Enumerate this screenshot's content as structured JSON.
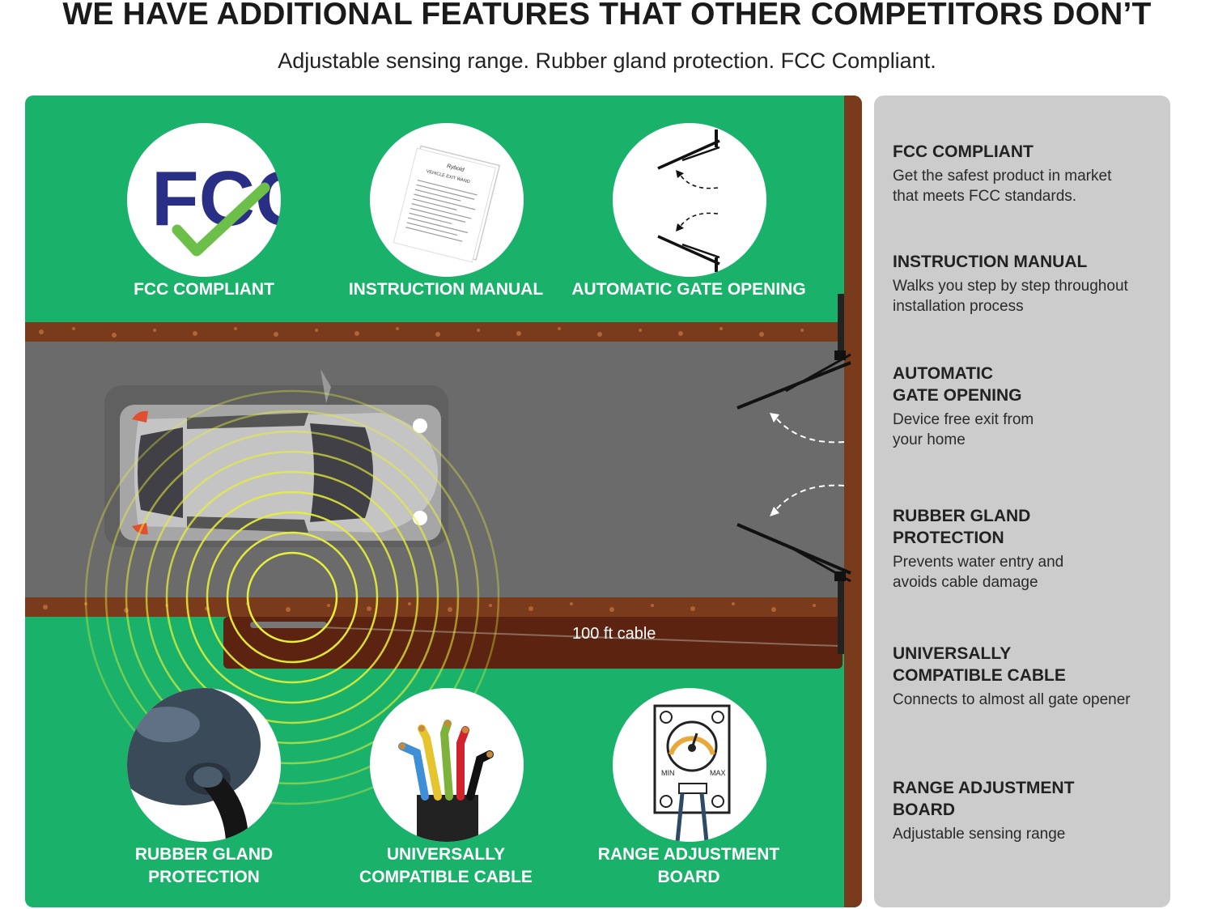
{
  "header": {
    "headline": "WE HAVE ADDITIONAL FEATURES THAT OTHER COMPETITORS DON’T",
    "subline": "Adjustable sensing range. Rubber gland protection. FCC Compliant."
  },
  "badges": {
    "fcc": "FCC COMPLIANT",
    "manual": "INSTRUCTION MANUAL",
    "gate": "AUTOMATIC GATE OPENING",
    "gland_1": "RUBBER GLAND",
    "gland_2": "PROTECTION",
    "cable_1": "UNIVERSALLY",
    "cable_2": "COMPATIBLE CABLE",
    "board_1": "RANGE ADJUSTMENT",
    "board_2": "BOARD"
  },
  "icons": {
    "fcc_logo_text": "FCC",
    "manual_brand": "Rybold",
    "manual_title": "VEHICLE EXIT WAND",
    "board_min": "MIN",
    "board_max": "MAX"
  },
  "scene": {
    "cable_label": "100 ft cable"
  },
  "colors": {
    "grass": "#1ab26a",
    "road": "#6b6b6b",
    "soil": "#7a3a1c",
    "ring": "#e7f03a",
    "panel": "#cccccc"
  },
  "panel": {
    "features": [
      {
        "title_1": "FCC COMPLIANT",
        "title_2": "",
        "desc_1": "Get the safest product in market",
        "desc_2": "that meets FCC standards."
      },
      {
        "title_1": "INSTRUCTION MANUAL",
        "title_2": "",
        "desc_1": "Walks you step by step throughout",
        "desc_2": "installation process"
      },
      {
        "title_1": "AUTOMATIC",
        "title_2": "GATE OPENING",
        "desc_1": "Device free exit from",
        "desc_2": "your home"
      },
      {
        "title_1": "RUBBER GLAND",
        "title_2": "PROTECTION",
        "desc_1": "Prevents water entry and",
        "desc_2": "avoids cable damage"
      },
      {
        "title_1": "UNIVERSALLY",
        "title_2": "COMPATIBLE CABLE",
        "desc_1": "Connects to almost all gate opener",
        "desc_2": ""
      },
      {
        "title_1": "RANGE ADJUSTMENT",
        "title_2": "BOARD",
        "desc_1": "Adjustable sensing range",
        "desc_2": ""
      }
    ]
  }
}
